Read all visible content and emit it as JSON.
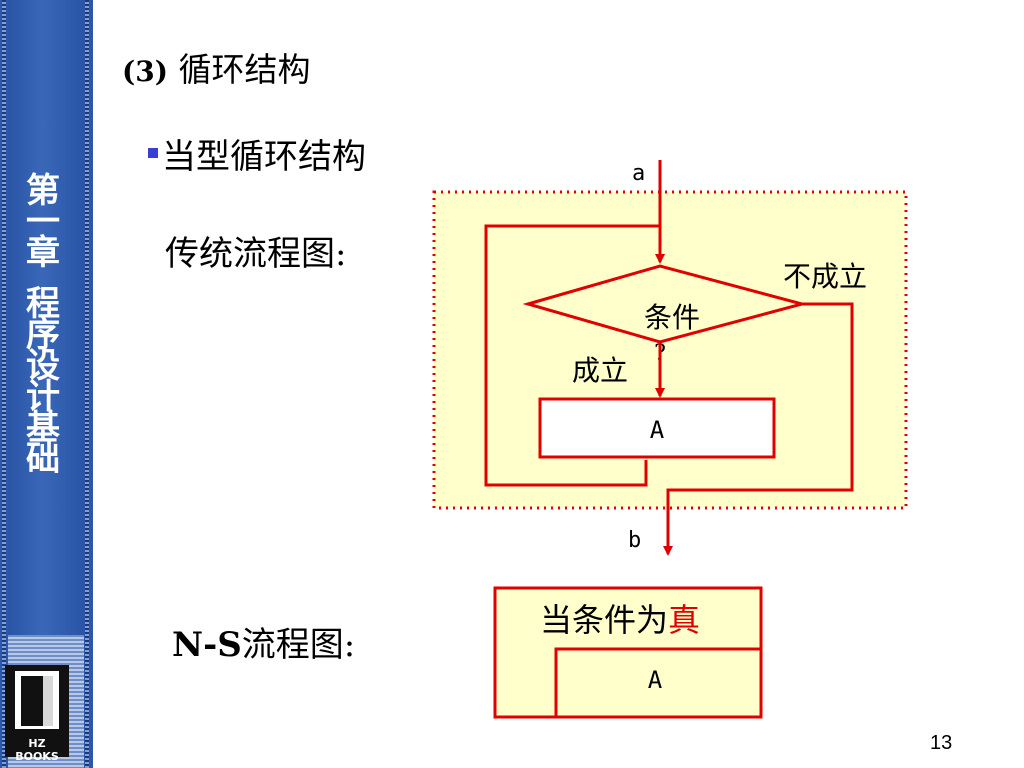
{
  "sidebar": {
    "chapter_chars": [
      "第",
      "一",
      "章",
      "程",
      "序",
      "设",
      "计",
      "基",
      "础"
    ],
    "logo_text": "HZ BOOKS"
  },
  "slide": {
    "section_number": "(3)",
    "section_title": "循环结构",
    "bullet_text": "当型循环结构",
    "traditional_label": "传统流程图:",
    "ns_label_latin": "N-S",
    "ns_label_rest": "流程图:",
    "page_number": "13"
  },
  "flowchart": {
    "entry_label": "a",
    "exit_label": "b",
    "condition_line1": "条件",
    "condition_line2": "?",
    "true_label": "成立",
    "false_label": "不成立",
    "process_label": "A"
  },
  "ns_chart": {
    "loop_prefix": "当条件为",
    "loop_highlight": "真",
    "body_label": "A"
  },
  "colors": {
    "accent_red": "#e00000",
    "box_fill": "#ffffcc",
    "sidebar_blue": "#2d57a8",
    "bullet_blue": "#3b3bd6"
  }
}
